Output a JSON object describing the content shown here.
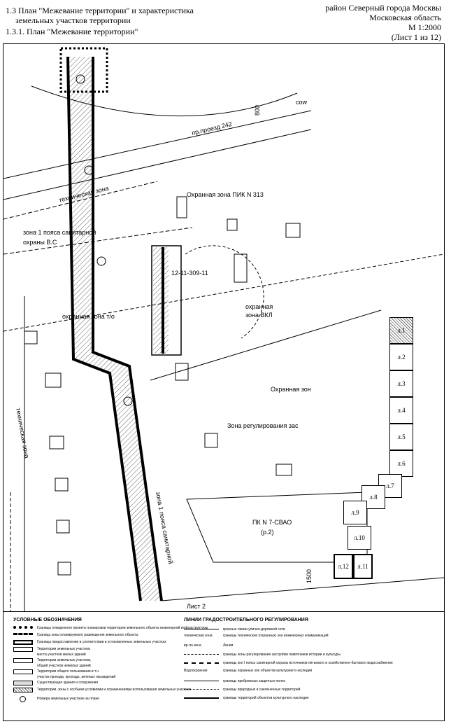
{
  "header": {
    "title_line1": "1.3 План \"Межевание территории\" и характеристика",
    "title_line2": "земельных участков территории",
    "subtitle": "1.3.1. План \"Межевание территории\"",
    "district": "район Северный города Москвы",
    "region": "Московская область",
    "scale": "М 1:2000",
    "sheet": "(Лист 1 из 12)"
  },
  "map": {
    "labels": {
      "road": "пр.проезд 242",
      "tech_zone": "техническая зона",
      "tech_zone_vertical": "техническая зона",
      "protect_pik": "Охранная зона ПИК N 313",
      "zone1_belt": "зона 1 пояса санитарной",
      "zone1_belt2": "охраны В.С",
      "cadastral": "12-11-309-11",
      "protect_zone": "охранная",
      "protect_zone2": "зона ВКЛ",
      "protect_zone_left": "охранная зона т/о",
      "protect_right": "Охранная зон",
      "regulation_zone": "Зона регулирования зас",
      "pk": "ПК N 7-СВАО",
      "pk_sub": "(р.2)",
      "sheet2": "Лист 2",
      "zone1_vertical": "зона 1 пояса санитарной",
      "sw_top": "cow",
      "dim_top": "800",
      "dim_bottom": "1500"
    },
    "sheets": [
      "л.1",
      "л.2",
      "л.3",
      "л.4",
      "л.5",
      "л.6",
      "л.7",
      "л.8",
      "л.9",
      "л.10",
      "л.11",
      "л.12"
    ]
  },
  "legend": {
    "left_title": "УСЛОВНЫЕ ОБОЗНАЧЕНИЯ",
    "right_title": "ЛИНИИ ГРАДОСТРОИТЕЛЬНОГО РЕГУЛИРОВАНИЯ",
    "left_items": [
      "Границы отведенного проекта планировки территории земельного объекта инженерной инфраструктуры",
      "Граница зоны планируемого размещения земельного объекта",
      "Границы предоставления в соответствии в установленных земельных участках",
      "Территории земельных участков",
      "места участков жилых зданий",
      "Территории земельных участков,",
      "общей участков нежилых зданий",
      "Территории общего пользования в т.ч.",
      "участок проезда, проходы, зеленых насаждений",
      "Существующие здания и сооружения",
      "Территории, зоны с особыми условиями и ограничениями использования земельных участков",
      "Номера земельных участков на плане"
    ],
    "right_items": [
      "красные линии улично-дорожной сети",
      "границы технических (охранных) зон инженерных коммуникаций",
      "Линия",
      "границы зоны регулирования застройки памятников истории и культуры",
      "границы зон I пояса санитарной охраны источников питьевого и хозяйственно-бытового водоснабжения",
      "границы охранных зон объектов культурного наследия",
      "границы прибрежных защитных полос",
      "границы природных и озелененных территорий",
      "границы территорий объектов культурного наследия"
    ],
    "right_samples": [
      "техническая зона",
      "вр-ла зона",
      "Водоохранная"
    ]
  }
}
